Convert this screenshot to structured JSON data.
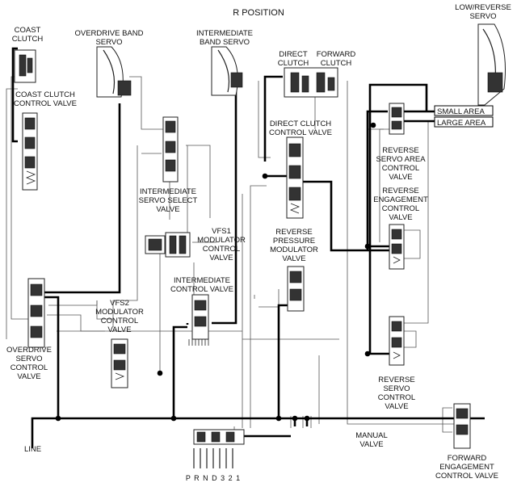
{
  "title": "R POSITION",
  "labels": {
    "coast_clutch": [
      "COAST",
      "CLUTCH"
    ],
    "overdrive_band_servo": [
      "OVERDRIVE BAND",
      "SERVO"
    ],
    "intermediate_band_servo": [
      "INTERMEDIATE",
      "BAND SERVO"
    ],
    "direct_clutch": [
      "DIRECT",
      "CLUTCH"
    ],
    "forward_clutch": [
      "FORWARD",
      "CLUTCH"
    ],
    "low_reverse_servo": [
      "LOW/REVERSE",
      "SERVO"
    ],
    "coast_clutch_control_valve": [
      "COAST CLUTCH",
      "CONTROL VALVE"
    ],
    "direct_clutch_control_valve": [
      "DIRECT CLUTCH",
      "CONTROL VALVE"
    ],
    "small_area": "SMALL AREA",
    "large_area": "LARGE AREA",
    "reverse_servo_area_control_valve": [
      "REVERSE",
      "SERVO AREA",
      "CONTROL",
      "VALVE"
    ],
    "reverse_engagement_control_valve": [
      "REVERSE",
      "ENGAGEMENT",
      "CONTROL",
      "VALVE"
    ],
    "intermediate_servo_select_valve": [
      "INTERMEDIATE",
      "SERVO SELECT",
      "VALVE"
    ],
    "vfs1_modulator_control_valve": [
      "VFS1",
      "MODULATOR",
      "CONTROL",
      "VALVE"
    ],
    "reverse_pressure_modulator_valve": [
      "REVERSE",
      "PRESSURE",
      "MODULATOR",
      "VALVE"
    ],
    "intermediate_control_valve": [
      "INTERMEDIATE",
      "CONTROL VALVE"
    ],
    "vfs2_modulator_control_valve": [
      "VFS2",
      "MODULATOR",
      "CONTROL",
      "VALVE"
    ],
    "overdrive_servo_control_valve": [
      "OVERDRIVE",
      "SERVO",
      "CONTROL",
      "VALVE"
    ],
    "reverse_servo_control_valve": [
      "REVERSE",
      "SERVO",
      "CONTROL",
      "VALVE"
    ],
    "line": "LINE",
    "manual_valve": [
      "MANUAL",
      "VALVE"
    ],
    "forward_engagement_control_valve": [
      "FORWARD",
      "ENGAGEMENT",
      "CONTROL VALVE"
    ],
    "gear_positions": "P R N D 3 2 1"
  }
}
